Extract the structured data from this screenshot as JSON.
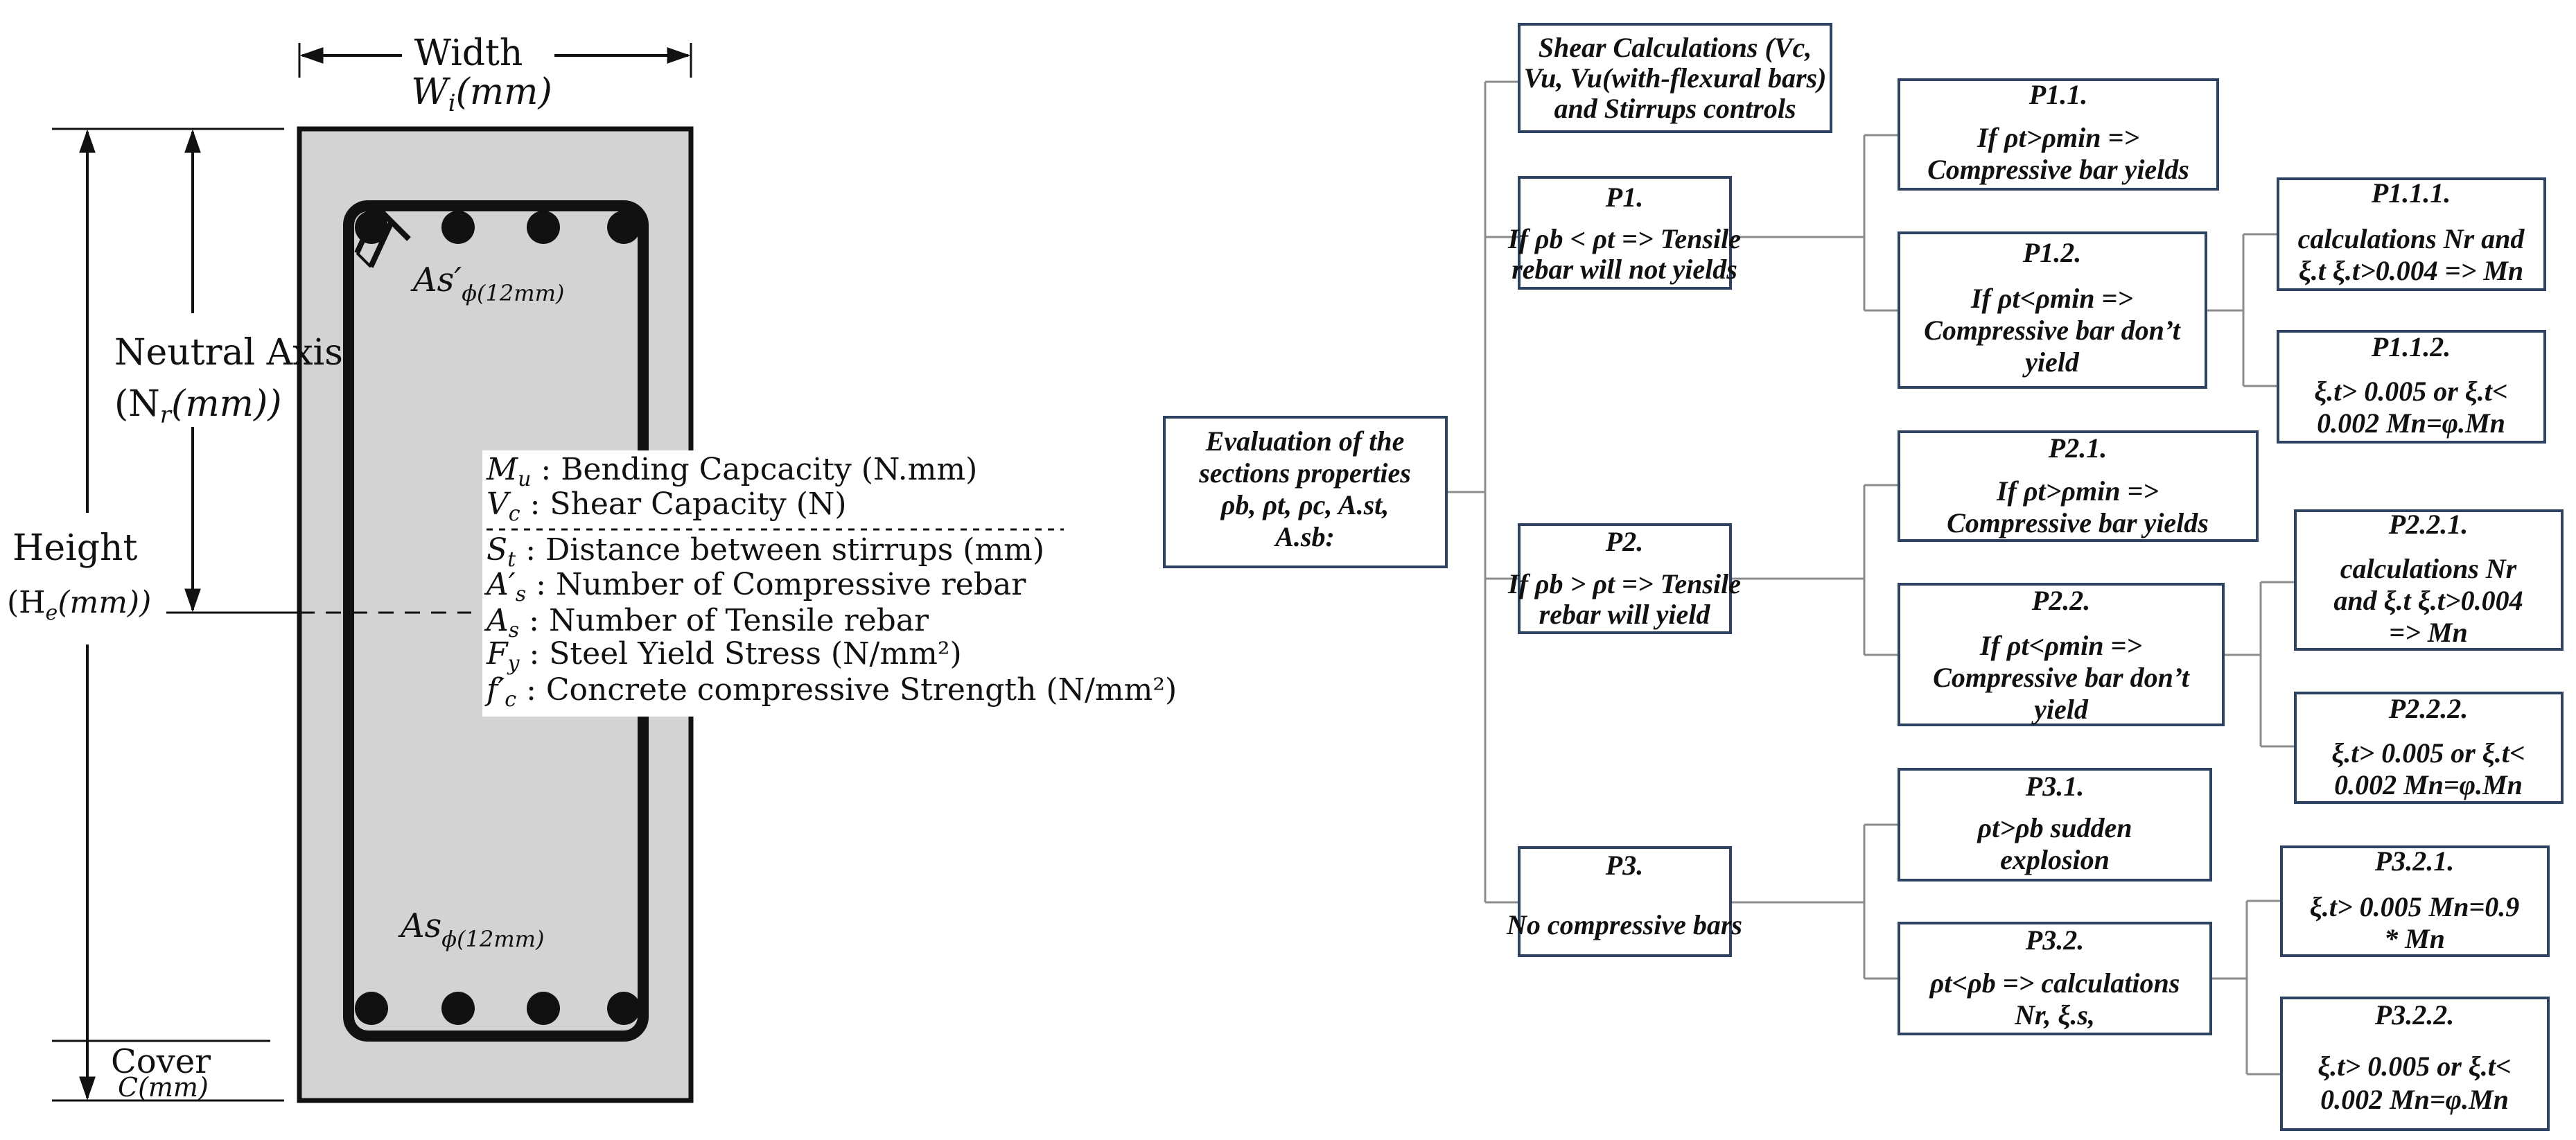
{
  "colors": {
    "concrete_fill": "#d3d3d3",
    "rebar": "#111111",
    "box_border": "#2e4262",
    "connector": "#8c8c8c"
  },
  "section": {
    "width_label_1": "Width",
    "width_label_2": "W",
    "width_label_2_sub": "i",
    "width_label_2_unit": "(mm)",
    "neutral_axis_1": "Neutral Axis",
    "neutral_axis_2": "(N",
    "neutral_axis_2_sub": "r",
    "neutral_axis_2_unit": "(mm))",
    "height_1": "Height",
    "height_2": "(H",
    "height_2_sub": "e",
    "height_2_unit": "(mm))",
    "cover_1": "Cover",
    "cover_2": "C(mm)",
    "top_rebar_base": "As′",
    "top_rebar_sub": "ϕ(12mm)",
    "bottom_rebar_base": "As",
    "bottom_rebar_sub": "ϕ(12mm)"
  },
  "legend": [
    {
      "sym": "M",
      "sub": "u",
      "text": " : Bending Capcacity (N.mm)"
    },
    {
      "sym": "V",
      "sub": "c",
      "text": " : Shear Capacity (N)"
    },
    {
      "sym": "S",
      "sub": "t",
      "text": " : Distance between stirrups (mm)"
    },
    {
      "sym": "A′",
      "sub": "s",
      "text": " : Number of Compressive rebar"
    },
    {
      "sym": "A",
      "sub": "s",
      "text": " : Number of Tensile rebar"
    },
    {
      "sym": "F",
      "sub": "y",
      "text": " : Steel Yield Stress (N/mm²)"
    },
    {
      "sym": "f′",
      "sub": "c",
      "text": " : Concrete compressive Strength (N/mm²)"
    }
  ],
  "tree": {
    "root": [
      "Evaluation of the",
      "sections properties",
      "ρb, ρt,  ρc, A.st,",
      "A.sb:"
    ],
    "shear": [
      "Shear Calculations (Vc,",
      "Vu, Vu(with-flexural bars)",
      "and Stirrups controls"
    ],
    "p1": [
      "P1.",
      "If ρb < ρt => Tensile",
      "rebar will not yields"
    ],
    "p2": [
      "P2.",
      "If ρb > ρt => Tensile",
      "rebar will yield"
    ],
    "p3": [
      "P3.",
      "No compressive bars"
    ],
    "p1_1": [
      "P1.1.",
      "If ρt>ρmin =>",
      "Compressive bar yields"
    ],
    "p1_2": [
      "P1.2.",
      "If ρt<ρmin =>",
      "Compressive bar don’t",
      "yield"
    ],
    "p2_1": [
      "P2.1.",
      "If ρt>ρmin =>",
      "Compressive bar yields"
    ],
    "p2_2": [
      "P2.2.",
      "If ρt<ρmin =>",
      "Compressive bar don’t",
      "yield"
    ],
    "p3_1": [
      "P3.1.",
      "ρt>ρb sudden",
      "explosion"
    ],
    "p3_2": [
      "P3.2.",
      "ρt<ρb => calculations",
      "Nr, ξ.s,"
    ],
    "p1_1_1": [
      "P1.1.1.",
      "calculations Nr and",
      "ξ.t ξ.t>0.004 => Mn"
    ],
    "p1_1_2": [
      "P1.1.2.",
      "ξ.t> 0.005 or ξ.t<",
      "0.002  Mn=φ.Mn"
    ],
    "p2_2_1": [
      "P2.2.1.",
      "calculations Nr",
      "and ξ.t ξ.t>0.004",
      "=> Mn"
    ],
    "p2_2_2": [
      "P2.2.2.",
      "ξ.t> 0.005 or ξ.t<",
      "0.002 Mn=φ.Mn"
    ],
    "p3_2_1": [
      "P3.2.1.",
      "ξ.t> 0.005 Mn=0.9",
      "* Mn"
    ],
    "p3_2_2": [
      "P3.2.2.",
      "ξ.t> 0.005 or ξ.t<",
      "0.002  Mn=φ.Mn"
    ]
  }
}
